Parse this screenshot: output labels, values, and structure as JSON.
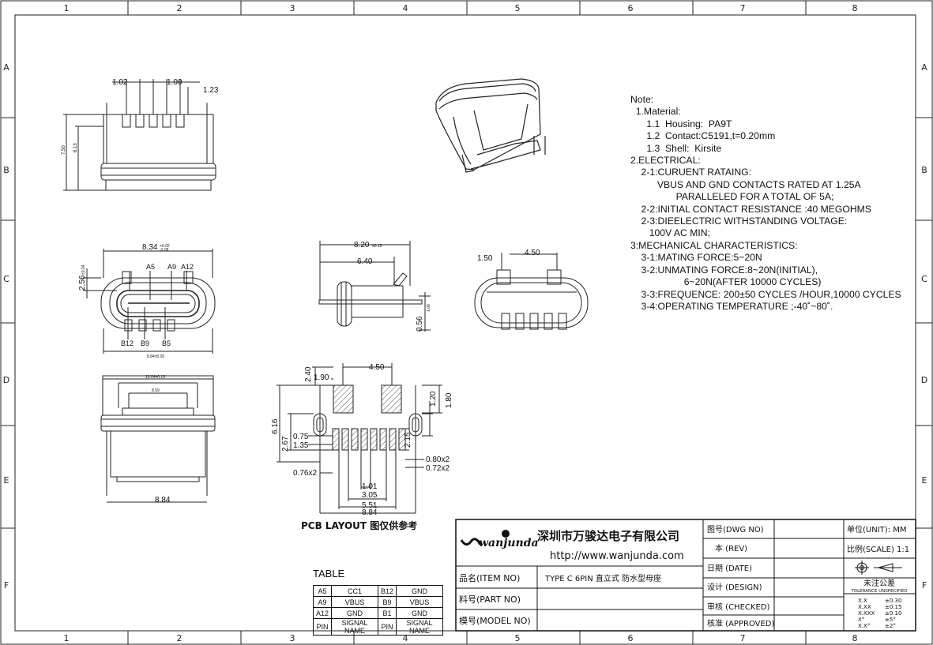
{
  "border": {
    "columns": [
      "1",
      "2",
      "3",
      "4",
      "5",
      "6",
      "7",
      "8"
    ],
    "rows": [
      "A",
      "B",
      "C",
      "D",
      "E",
      "F"
    ]
  },
  "notes": [
    "Note:",
    "  1.Material:",
    "      1.1  Housing:  PA9T",
    "      1.2  Contact:C5191,t=0.20mm",
    "      1.3  Shell:  Kirsite",
    "2.ELECTRICAL:",
    "    2-1:CURUENT RATAING:",
    "          VBUS AND GND CONTACTS RATED AT 1.25A",
    "                 PARALLELED FOR A TOTAL OF 5A;",
    "    2-2:INITIAL CONTACT RESISTANCE :40 MEGOHMS",
    "    2-3:DIEELECTRIC WITHSTANDING VOLTAGE:",
    "       100V AC MIN;",
    "3:MECHANICAL CHARACTERISTICS:",
    "    3-1:MATING FORCE:5~20N",
    "    3-2:UNMATING FORCE:8~20N(INITIAL),",
    "                    6~20N(AFTER 10000 CYCLES)",
    "    3-3:FREQUENCE: 200±50 CYCLES /HOUR,10000 CYCLES",
    "    3-4:OPERATING TEMPERATURE ;-40˚~80˚."
  ],
  "dims": {
    "top_view": [
      "1.02",
      "1.00",
      "1.23",
      "7.50",
      "6.13"
    ],
    "front_view": [
      "8.34",
      "+0.02",
      "-0.08",
      "2.56",
      "±0.04",
      "A5",
      "A9",
      "A12",
      "B12",
      "B9",
      "B5",
      "8.84±0.05"
    ],
    "side_view": [
      "8.20",
      "±0.15",
      "6.40",
      "0.56",
      "1.08"
    ],
    "end_view": [
      "1.50",
      "4.50"
    ],
    "bottom_view": [
      "10.04±0.15",
      "8.59",
      "8.84"
    ],
    "pcb": [
      "4.50",
      "2.40",
      "1.90",
      "1.20",
      "1.80",
      "6.16",
      "2.67",
      "0.75",
      "1.35",
      "2.15",
      "0.80x2",
      "0.72x2",
      "0.76x2",
      "1.01",
      "3.05",
      "5.51",
      "8.84"
    ]
  },
  "pcb_label": "PCB LAYOUT 图仅供参考",
  "signal_table": {
    "title": "TABLE",
    "rows": [
      [
        "A5",
        "CC1",
        "B12",
        "GND"
      ],
      [
        "A9",
        "VBUS",
        "B9",
        "VBUS"
      ],
      [
        "A12",
        "GND",
        "B1",
        "GND"
      ],
      [
        "PIN",
        "SIGNAL NAME",
        "PIN",
        "SIGNAL NAME"
      ]
    ]
  },
  "title_block": {
    "logo_text": "wanjunda",
    "company": "深圳市万骏达电子有限公司",
    "url": "http://www.wanjunda.com",
    "item_label": "品名(ITEM NO)",
    "item_value": "TYPE C 6PIN 直立式 防水型母座",
    "part_label": "料号(PART NO)",
    "model_label": "模号(MODEL NO)",
    "dwg_label": "图号(DWG NO)",
    "rev_label": "本 (REV)",
    "date_label": "日期 (DATE)",
    "design_label": "设计 (DESIGN)",
    "checked_label": "审核 (CHECKED)",
    "approved_label": "核准 (APPROVED)",
    "unit_label": "单位(UNIT): MM",
    "scale_label": "比例(SCALE) 1:1",
    "tol_title": "未注公差",
    "tol_sub": "TOLERANCE UNSPECIFIED",
    "tolerances": [
      [
        "X.X",
        "±0.30"
      ],
      [
        "X.XX",
        "±0.15"
      ],
      [
        "X.XXX",
        "±0.10"
      ],
      [
        "X°",
        "±5°"
      ],
      [
        "X.X°",
        "±2°"
      ]
    ]
  }
}
